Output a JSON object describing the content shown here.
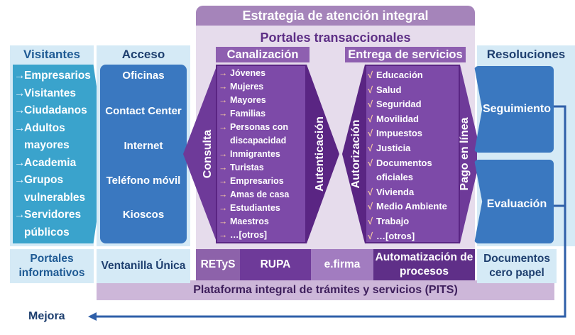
{
  "strategy_title": "Estrategia de atención integral",
  "portals_title": "Portales transaccionales",
  "visitors": {
    "title": "Visitantes",
    "items": [
      "Empresarios",
      "Visitantes",
      "Ciudadanos",
      "Adultos mayores",
      "Academia",
      "Grupos vulnerables",
      "Servidores públicos"
    ],
    "footer": "Portales informativos"
  },
  "access": {
    "title": "Acceso",
    "items": [
      "Oficinas",
      "Contact Center",
      "Internet",
      "Teléfono móvil",
      "Kioscos"
    ],
    "footer": "Ventanilla Única"
  },
  "canalizacion": {
    "title": "Canalización",
    "items": [
      "Jóvenes",
      "Mujeres",
      "Mayores",
      "Familias",
      "Personas con discapacidad",
      "Inmigrantes",
      "Turistas",
      "Empresarios",
      "Amas de casa",
      "Estudiantes",
      "Maestros",
      "…[otros]"
    ]
  },
  "delivery": {
    "title": "Entrega de servicios",
    "items": [
      "Educación",
      "Salud",
      "Seguridad",
      "Movilidad",
      "Impuestos",
      "Justicia",
      "Documentos oficiales",
      "Vivienda",
      "Medio Ambiente",
      "Trabajo",
      "…[otros]"
    ]
  },
  "stages": {
    "consulta": "Consulta",
    "autenticacion": "Autenticación",
    "autorizacion": "Autorización",
    "pago": "Pago en línea"
  },
  "components": {
    "retys": "RETyS",
    "rupa": "RUPA",
    "efirma": "e.firma",
    "automatizacion": "Automatización de procesos"
  },
  "resolutions": {
    "title": "Resoluciones",
    "seguimiento": "Seguimiento",
    "evaluacion": "Evaluación",
    "footer": "Documentos cero papel"
  },
  "platform": "Plataforma integral de trámites y servicios (PITS)",
  "mejora": "Mejora",
  "colors": {
    "visitors": "#3aa3cc",
    "access": "#3a78c0",
    "purple": "#7d4aa8",
    "arrow": "#2f5fa8"
  }
}
